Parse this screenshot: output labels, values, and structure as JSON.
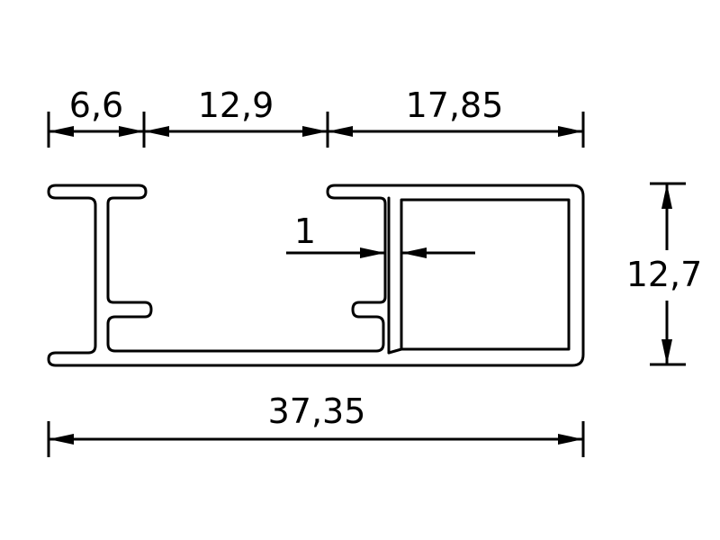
{
  "dimensions": {
    "segment_left": "6,6",
    "segment_middle": "12,9",
    "segment_right": "17,85",
    "wall_thickness": "1",
    "height": "12,7",
    "total_width": "37,35"
  },
  "colors": {
    "line": "#000000",
    "background": "#ffffff"
  }
}
